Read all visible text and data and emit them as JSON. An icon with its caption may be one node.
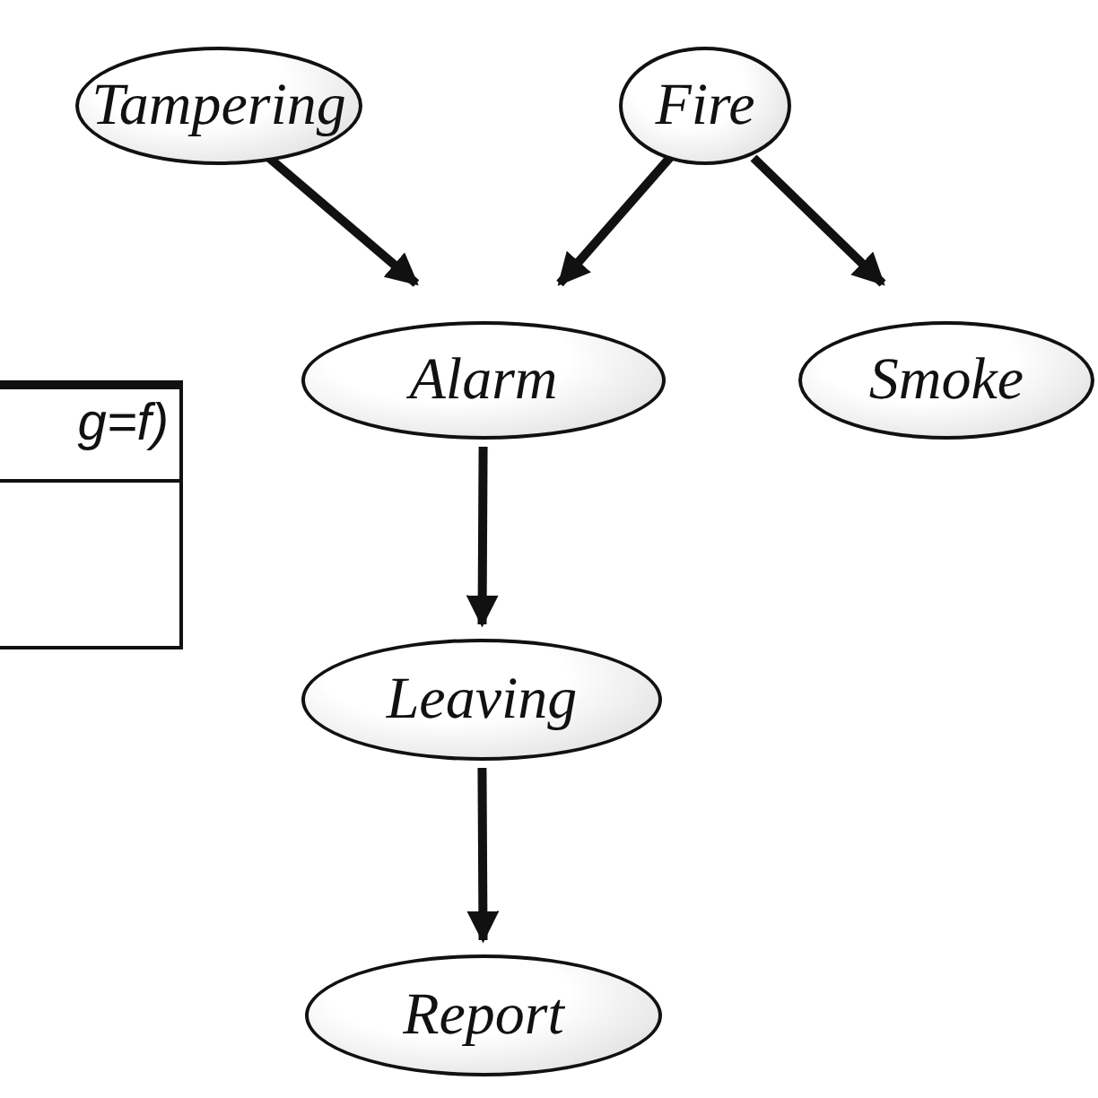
{
  "diagram": {
    "nodes": [
      {
        "text": [
          "Tampering"
        ]
      },
      {
        "text": [
          "Fire"
        ]
      },
      {
        "text": [
          "Alarm"
        ]
      },
      {
        "text": [
          "Smoke"
        ]
      },
      {
        "text": [
          "Leaving"
        ]
      },
      {
        "text": [
          "Report"
        ]
      }
    ],
    "edges": [
      {
        "from": 0,
        "to": 2,
        "arrow": "to"
      },
      {
        "from": 1,
        "to": 2,
        "arrow": "to"
      },
      {
        "from": 1,
        "to": 3,
        "arrow": "to"
      },
      {
        "from": 2,
        "to": 4,
        "arrow": "to"
      },
      {
        "from": 4,
        "to": 5,
        "arrow": "to"
      }
    ],
    "labels": [
      "g=f)"
    ]
  }
}
